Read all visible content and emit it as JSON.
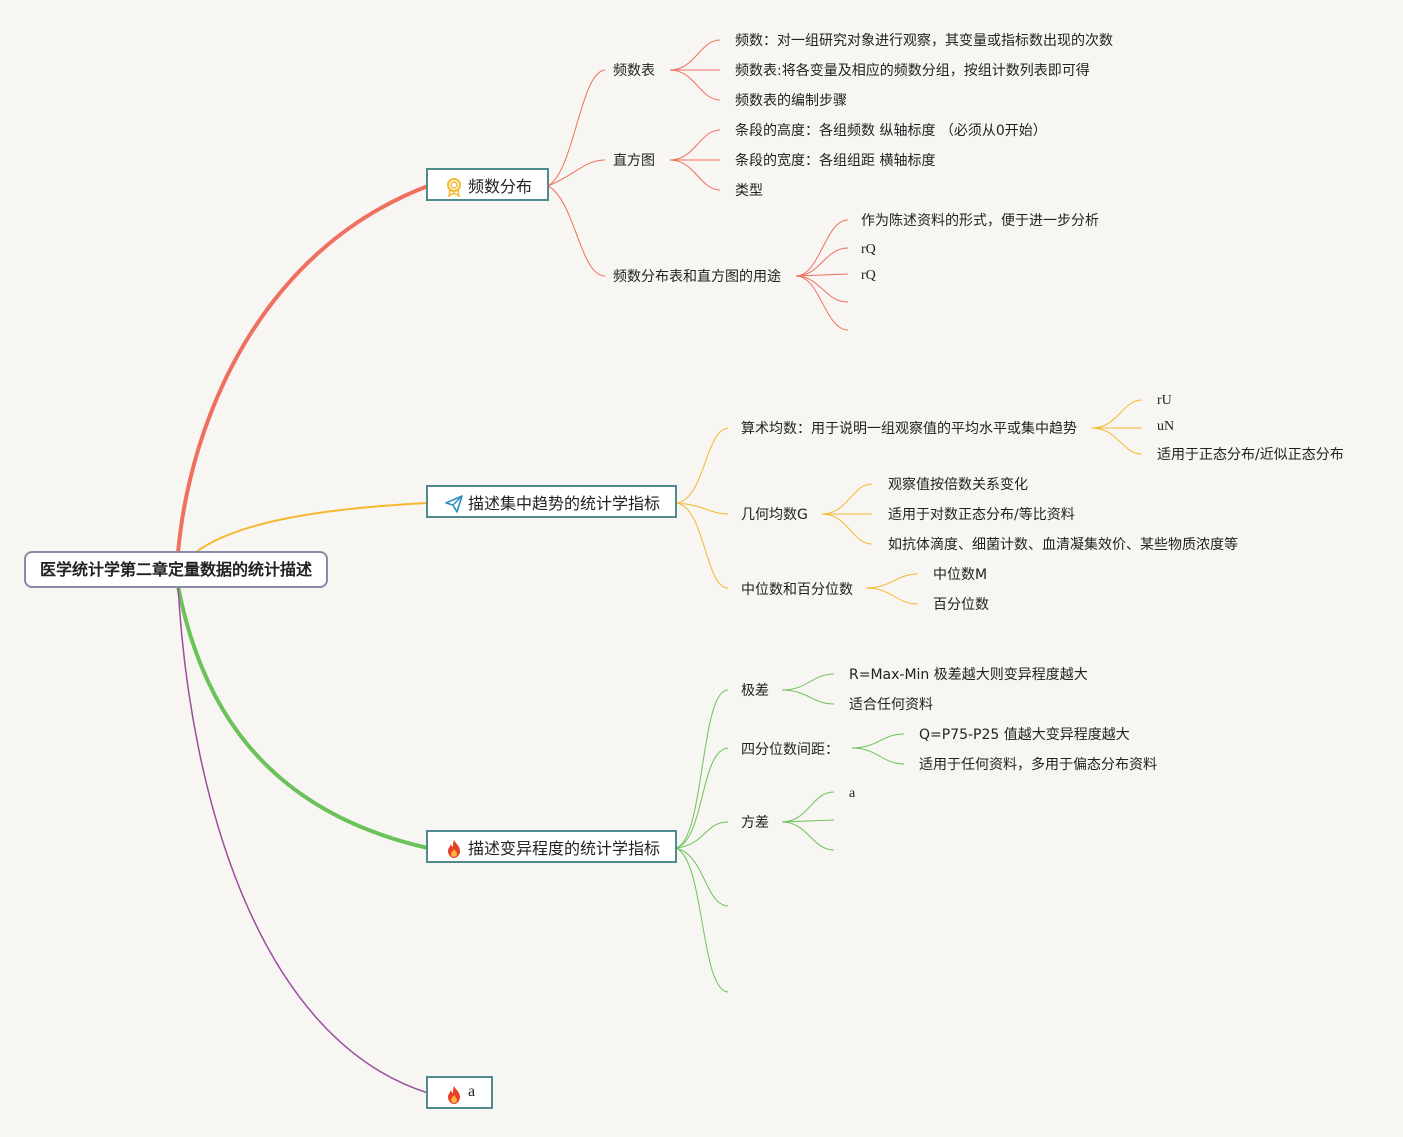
{
  "root": {
    "title": "医学统计学第二章定量数据的统计描述"
  },
  "colors": {
    "red": "#f07060",
    "yellow": "#f5b82e",
    "green": "#6cc25a",
    "purple": "#9a4ea0"
  },
  "b1": {
    "label": "频数分布",
    "icon": "award-icon",
    "freq_table": {
      "label": "频数表",
      "items": [
        "频数：对一组研究对象进行观察，其变量或指标数出现的次数",
        "频数表:将各变量及相应的频数分组，按组计数列表即可得",
        "频数表的编制步骤"
      ]
    },
    "histogram": {
      "label": "直方图",
      "items": [
        "条段的高度：各组频数 纵轴标度 （必须从0开始）",
        "条段的宽度：各组组距 横轴标度",
        "类型"
      ]
    },
    "usage": {
      "label": "频数分布表和直方图的用途",
      "items": [
        "作为陈述资料的形式，便于进一步分析",
        "rQ",
        "rQ"
      ]
    }
  },
  "b2": {
    "label": "描述集中趋势的统计学指标",
    "icon": "paper-plane-icon",
    "mean": {
      "label": "算术均数：用于说明一组观察值的平均水平或集中趋势",
      "items": [
        "rU",
        "uN",
        "适用于正态分布/近似正态分布"
      ]
    },
    "geo": {
      "label": "几何均数G",
      "items": [
        "观察值按倍数关系变化",
        "适用于对数正态分布/等比资料",
        "如抗体滴度、细菌计数、血清凝集效价、某些物质浓度等"
      ]
    },
    "median": {
      "label": "中位数和百分位数",
      "items": [
        "中位数M",
        "百分位数"
      ]
    }
  },
  "b3": {
    "label": "描述变异程度的统计学指标",
    "icon": "fire-icon",
    "range": {
      "label": "极差",
      "items": [
        "R=Max-Min 极差越大则变异程度越大",
        "适合任何资料"
      ]
    },
    "iqr": {
      "label": "四分位数间距：",
      "items": [
        "Q=P75-P25 值越大变异程度越大",
        "适用于任何资料，多用于偏态分布资料"
      ]
    },
    "variance": {
      "label": "方差",
      "items": [
        "a"
      ]
    }
  },
  "b4": {
    "label": "a",
    "icon": "fire-icon"
  }
}
